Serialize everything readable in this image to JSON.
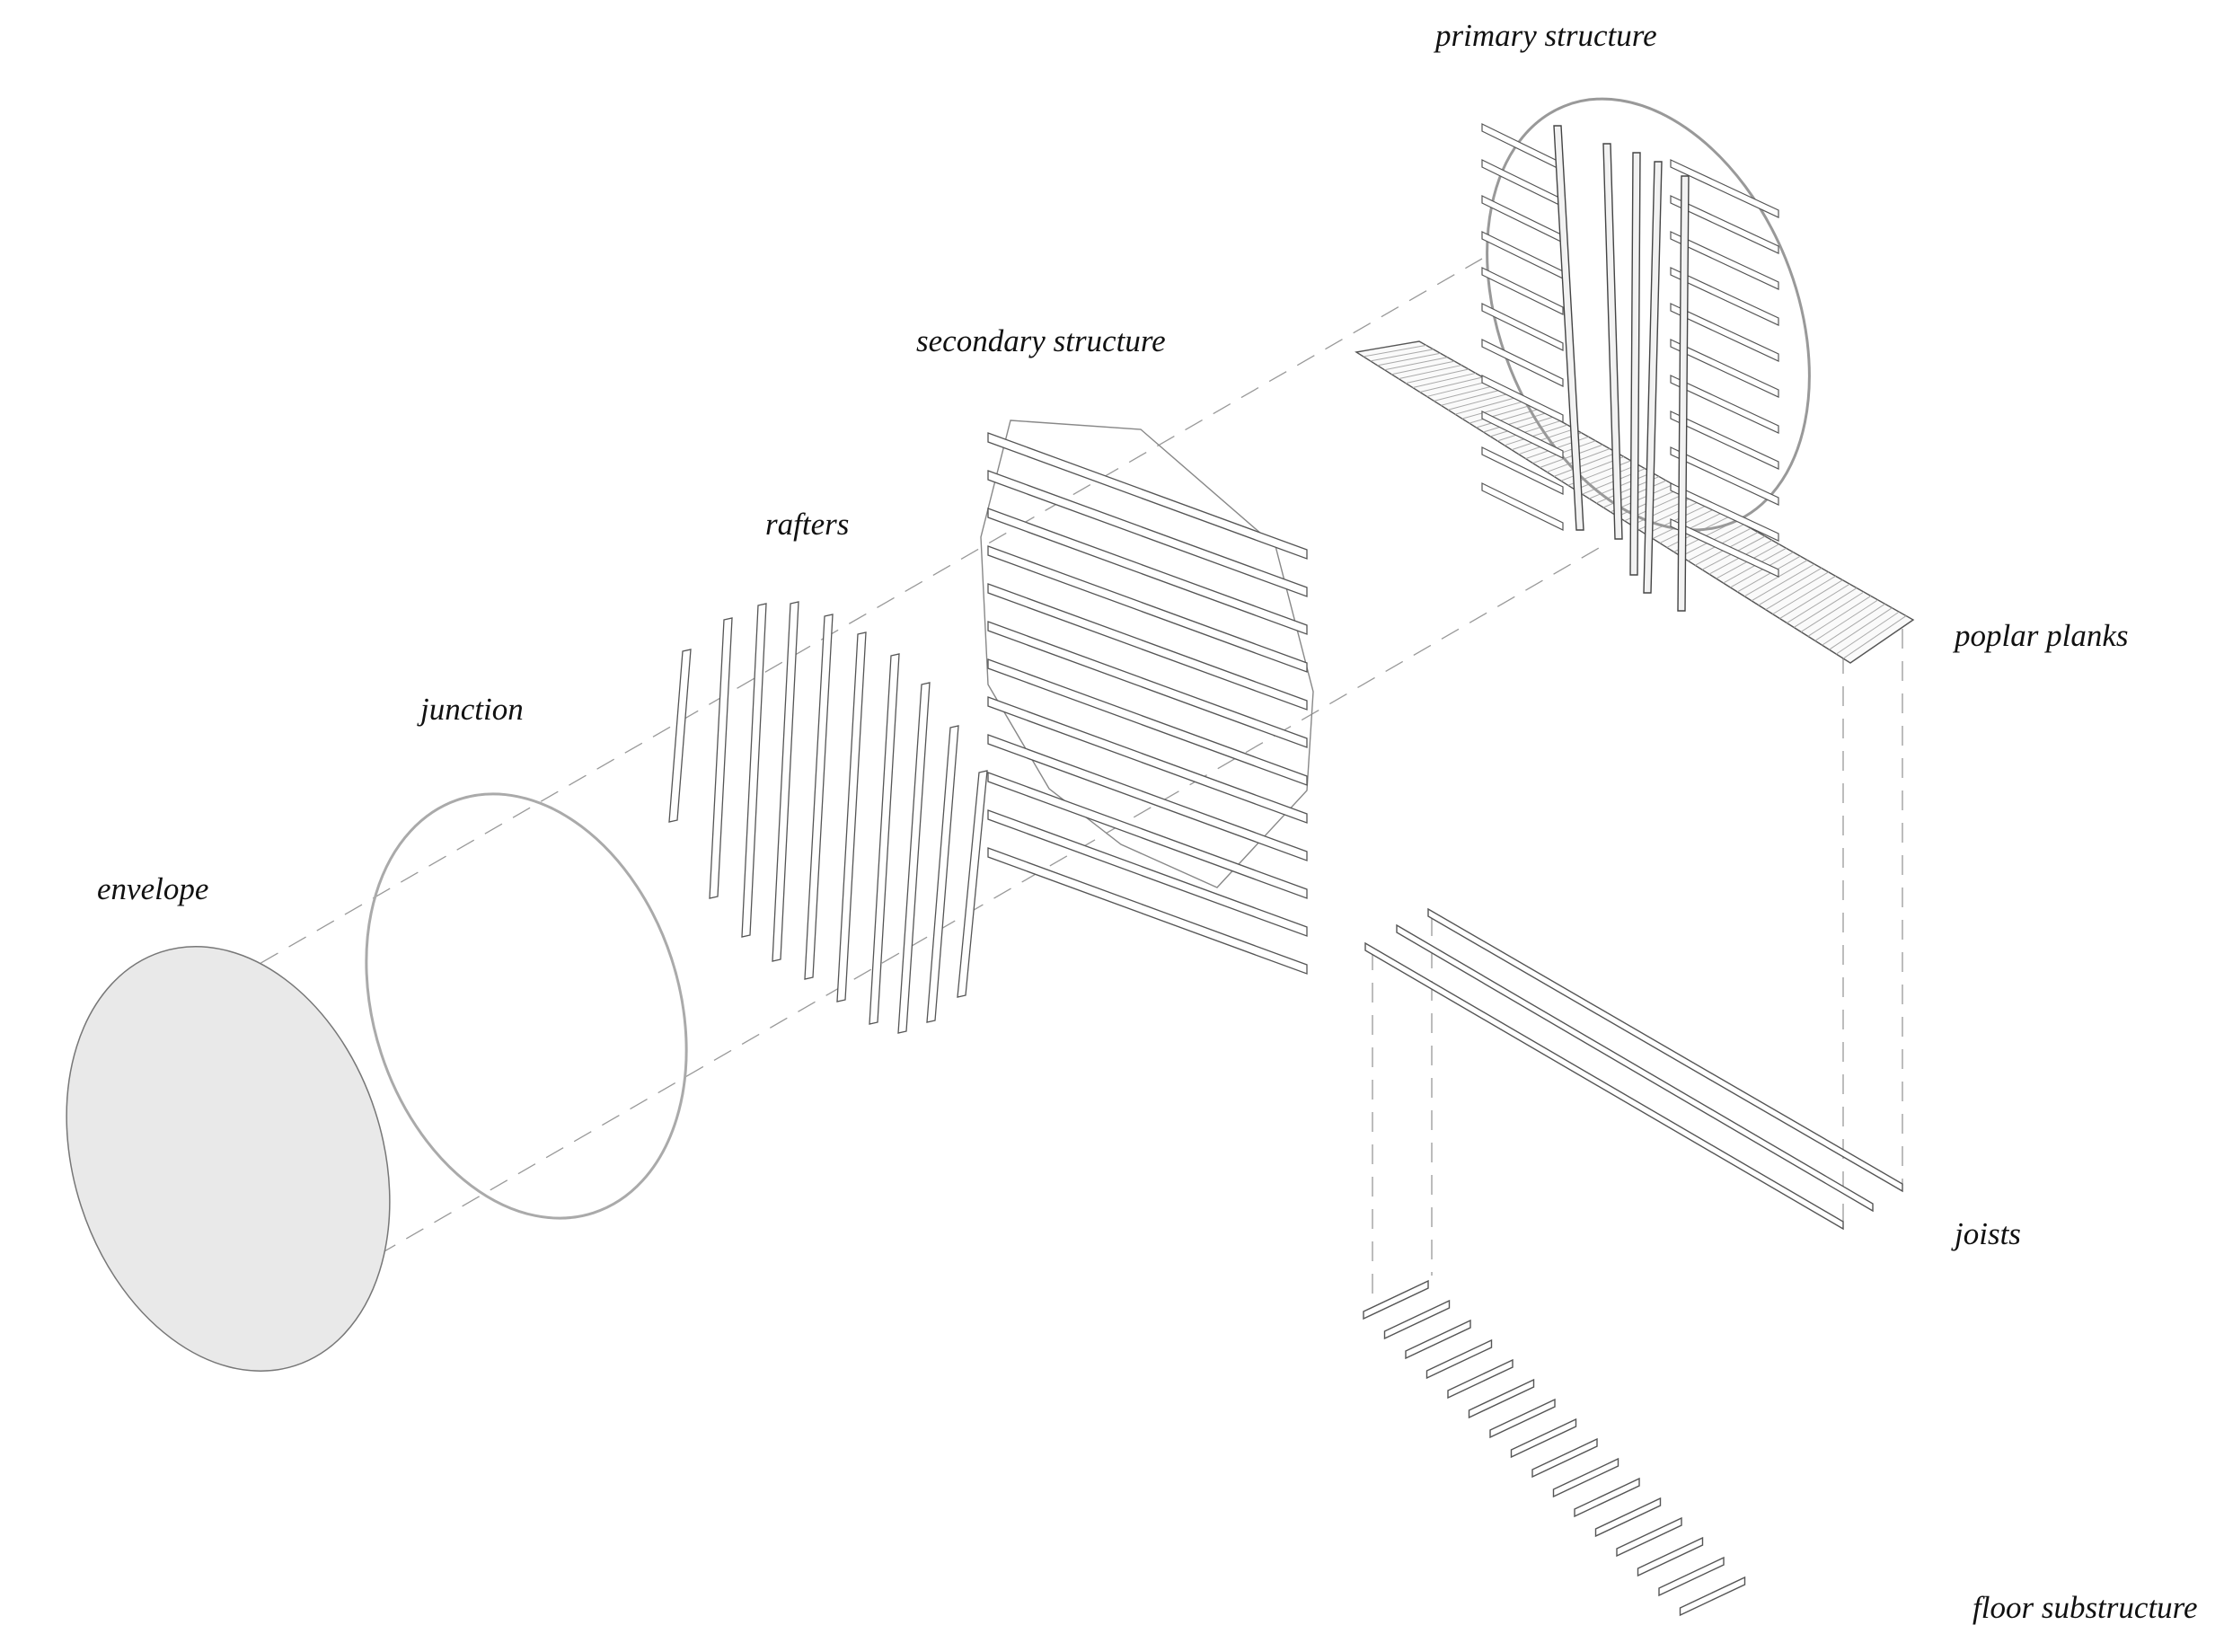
{
  "labels": {
    "primary_structure": "primary structure",
    "secondary_structure": "secondary structure",
    "rafters": "rafters",
    "junction": "junction",
    "envelope": "envelope",
    "poplar_planks": "poplar planks",
    "joists": "joists",
    "floor_substructure": "floor substructure"
  },
  "colors": {
    "line": "#555555",
    "light_line": "#999999",
    "envelope_fill": "#e9e9e9",
    "background": "#ffffff"
  }
}
